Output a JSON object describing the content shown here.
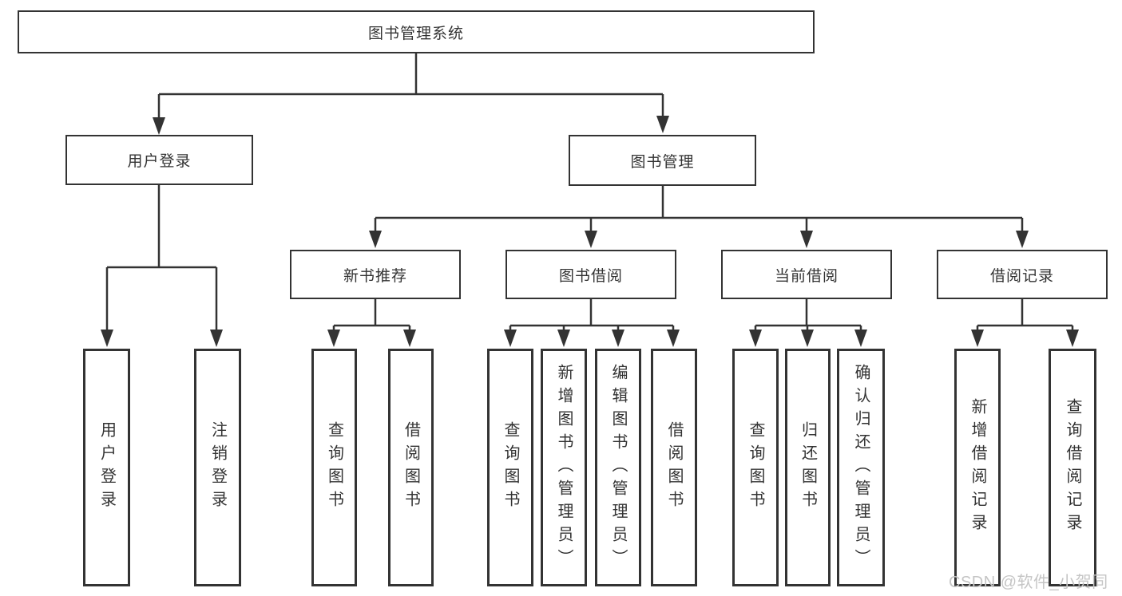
{
  "tree": {
    "label": "图书管理系统",
    "children": [
      {
        "label": "用户登录",
        "children": [
          {
            "label": "用户登录"
          },
          {
            "label": "注销登录"
          }
        ]
      },
      {
        "label": "图书管理",
        "children": [
          {
            "label": "新书推荐",
            "children": [
              {
                "label": "查询图书"
              },
              {
                "label": "借阅图书"
              }
            ]
          },
          {
            "label": "图书借阅",
            "children": [
              {
                "label": "查询图书"
              },
              {
                "label": "新增图书（管理员）"
              },
              {
                "label": "编辑图书（管理员）"
              },
              {
                "label": "借阅图书"
              }
            ]
          },
          {
            "label": "当前借阅",
            "children": [
              {
                "label": "查询图书"
              },
              {
                "label": "归还图书"
              },
              {
                "label": "确认归还（管理员）"
              }
            ]
          },
          {
            "label": "借阅记录",
            "children": [
              {
                "label": "新增借阅记录"
              },
              {
                "label": "查询借阅记录"
              }
            ]
          }
        ]
      }
    ]
  },
  "watermark": {
    "text": "CSDN @软件_小贺同学"
  },
  "colors": {
    "line": "#333333",
    "box_border": "#333333",
    "background": "#ffffff",
    "watermark": "#c5c5c5"
  }
}
